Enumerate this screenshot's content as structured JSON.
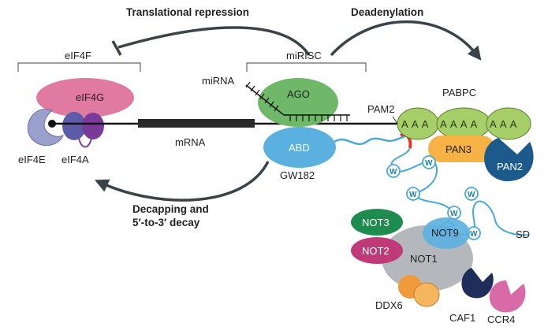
{
  "top_left_arrow": "Translational repression",
  "top_right_arrow": "Deadenylation",
  "bottom_arrow_line1": "Decapping and",
  "bottom_arrow_line2": "5′-to-3′ decay",
  "bracket_left": "eIF4F",
  "bracket_right": "miRISC",
  "mirna": "miRNA",
  "mrna": "mRNA",
  "eif4g": "eIF4G",
  "eif4e": "eIF4E",
  "eif4a": "eIF4A",
  "ago": "AGO",
  "abd": "ABD",
  "gw182": "GW182",
  "pam2": "PAM2",
  "pabpc": "PABPC",
  "polyA": [
    "A A A",
    "A A A A",
    "A A A"
  ],
  "pan3": "PAN3",
  "pan2": "PAN2",
  "w_motif": "W",
  "not3": "NOT3",
  "not2": "NOT2",
  "not9": "NOT9",
  "not1": "NOT1",
  "sd": "SD",
  "ddx6": "DDX6",
  "caf1": "CAF1",
  "ccr4": "CCR4",
  "colors": {
    "eif4g": "#e07aa0",
    "eif4e": "#9aa0cc",
    "eif4a": "#7060b0",
    "ago": "#6fb86a",
    "abd": "#5ab0df",
    "pabpc": "#a6cf6a",
    "pan3": "#f7b246",
    "pan2": "#1d5a8c",
    "not3": "#1e8c4e",
    "not2": "#c03a78",
    "not9": "#5ab0df",
    "not1": "#b4b8bc",
    "ddx6": "#f09a3c",
    "caf1": "#1f2d5a",
    "ccr4": "#d96aa8",
    "linker": "#4aa9d6",
    "pam2": "#e03a2a",
    "arrow": "#3a4347"
  }
}
